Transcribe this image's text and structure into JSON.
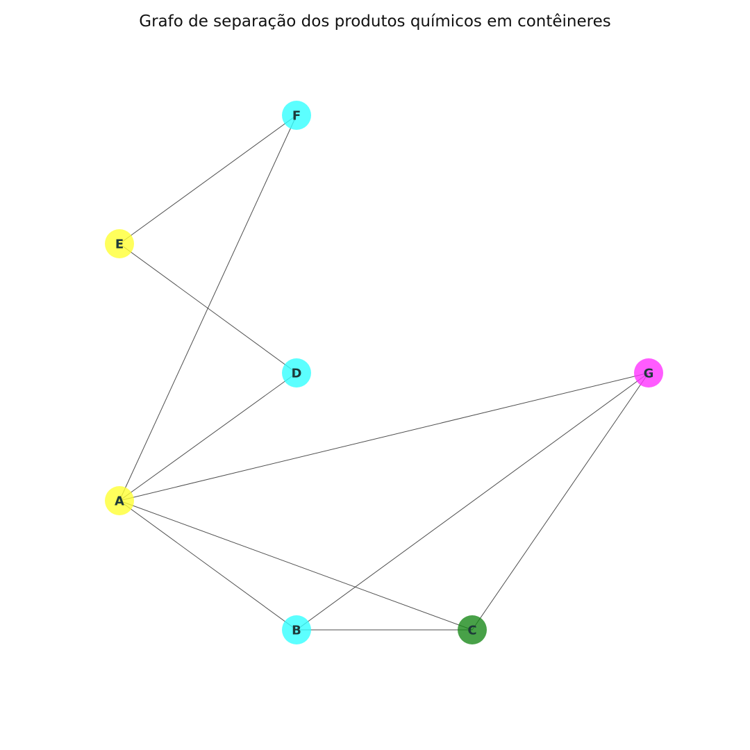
{
  "title": "Grafo de separação dos produtos químicos em contêineres",
  "nodes": [
    {
      "id": "A",
      "label": "A",
      "color": "#ffff33"
    },
    {
      "id": "B",
      "label": "B",
      "color": "#33ffff"
    },
    {
      "id": "C",
      "label": "C",
      "color": "#1a8a1a"
    },
    {
      "id": "D",
      "label": "D",
      "color": "#33ffff"
    },
    {
      "id": "E",
      "label": "E",
      "color": "#ffff33"
    },
    {
      "id": "F",
      "label": "F",
      "color": "#33ffff"
    },
    {
      "id": "G",
      "label": "G",
      "color": "#ff33ff"
    }
  ],
  "edges": [
    [
      "A",
      "B"
    ],
    [
      "A",
      "C"
    ],
    [
      "A",
      "D"
    ],
    [
      "A",
      "F"
    ],
    [
      "A",
      "G"
    ],
    [
      "B",
      "C"
    ],
    [
      "B",
      "G"
    ],
    [
      "C",
      "G"
    ],
    [
      "D",
      "E"
    ],
    [
      "E",
      "F"
    ]
  ]
}
